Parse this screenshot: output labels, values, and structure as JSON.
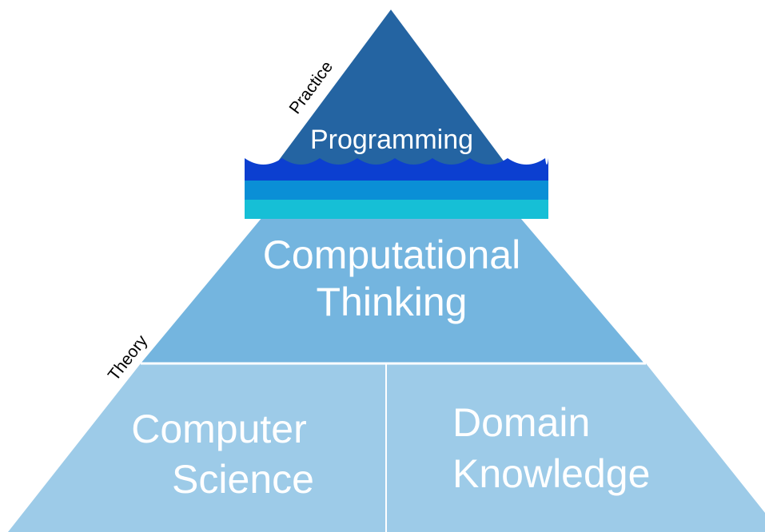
{
  "pyramid": {
    "top_label": "Programming",
    "middle_label_line1": "Computational",
    "middle_label_line2": "Thinking",
    "bottom_left_line1": "Computer",
    "bottom_left_line2": "Science",
    "bottom_right_line1": "Domain",
    "bottom_right_line2": "Knowledge",
    "side_label_top": "Practice",
    "side_label_bottom": "Theory"
  },
  "colors": {
    "top": "#2464a2",
    "middle": "#74b5df",
    "bottom": "#9dcbe8",
    "wave_dark": "#0c3fd0",
    "wave_mid": "#0a8fd6",
    "wave_light": "#16bfd6"
  }
}
